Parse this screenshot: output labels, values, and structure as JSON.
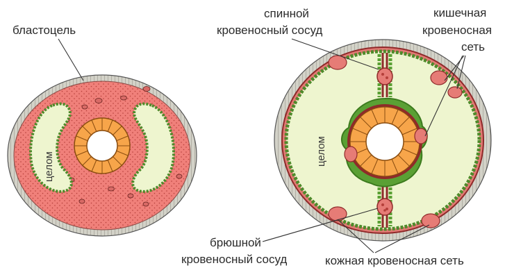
{
  "labels": {
    "blastocoel": "бластоцель",
    "coelom_left": "целом",
    "coelom_right": "целом",
    "dorsal_vessel_line1": "спинной",
    "dorsal_vessel_line2": "кровеносный сосуд",
    "intestinal_net_line1": "кишечная",
    "intestinal_net_line2": "кровеносная",
    "intestinal_net_line3": "сеть",
    "ventral_vessel_line1": "брюшной",
    "ventral_vessel_line2": "кровеносный сосуд",
    "skin_net": "кожная кровеносная сеть"
  },
  "colors": {
    "blastocoel_fill": "#f0807a",
    "coelom_fill": "#eef5cf",
    "epithelium_green": "#6fb043",
    "vessel_red": "#8f2a2a",
    "gut_orange": "#f7a54a",
    "body_wall": "#c9c9c0"
  },
  "icons": {
    "left_section": "cross-section-without-coelom-lining-icon",
    "right_section": "cross-section-annelid-icon"
  }
}
